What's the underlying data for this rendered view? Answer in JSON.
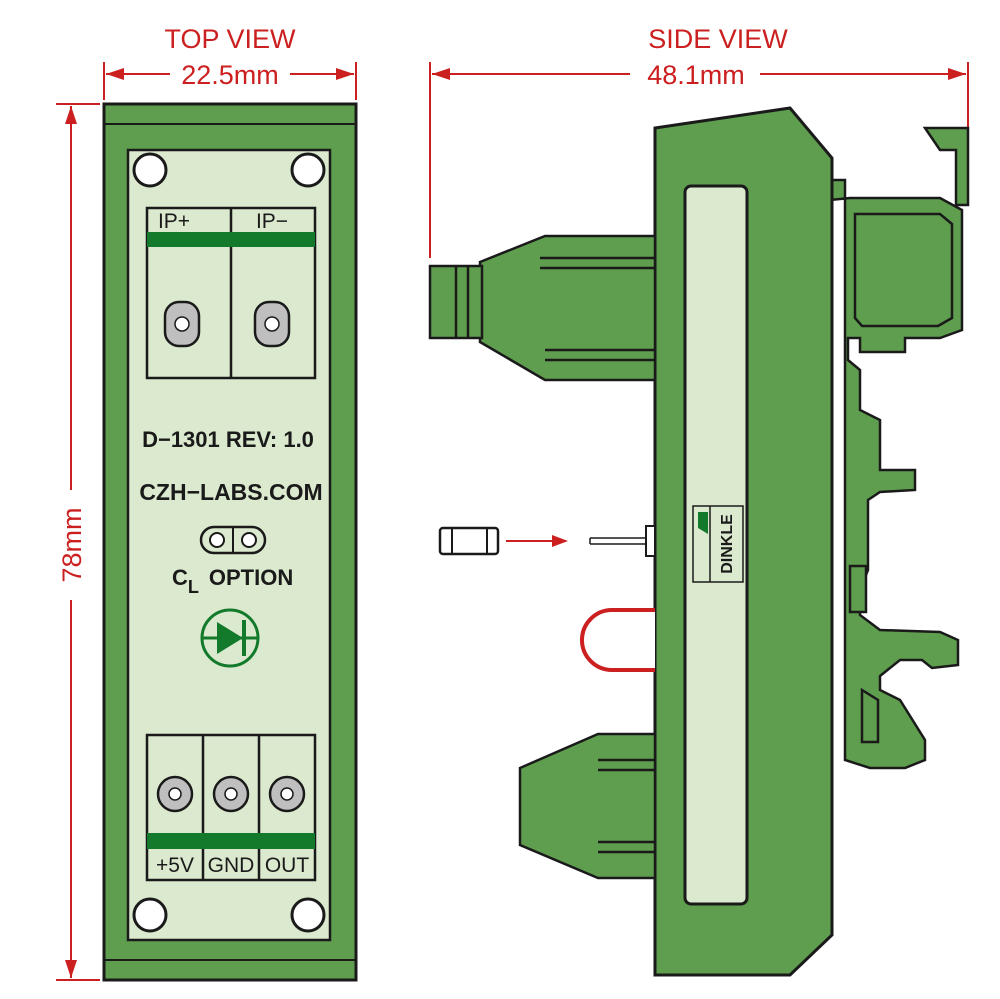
{
  "top_view": {
    "title": "TOP VIEW",
    "width_label": "22.5mm",
    "height_label": "78mm",
    "top_terminals": [
      "IP+",
      "IP−"
    ],
    "bottom_terminals": [
      "+5V",
      "GND",
      "OUT"
    ],
    "model_text": "D−1301 REV: 1.0",
    "website_text": "CZH−LABS.COM",
    "cap_symbol": "C",
    "cap_subscript": "L",
    "option_text": "OPTION"
  },
  "side_view": {
    "title": "SIDE VIEW",
    "width_label": "48.1mm",
    "brand_text": "DINKLE"
  },
  "colors": {
    "dimension": "#cc1f1f",
    "board_green": "#5e9e4e",
    "panel_green": "#dbe9ce",
    "bar_green": "#137a2c",
    "outline": "#1a1a1a"
  }
}
